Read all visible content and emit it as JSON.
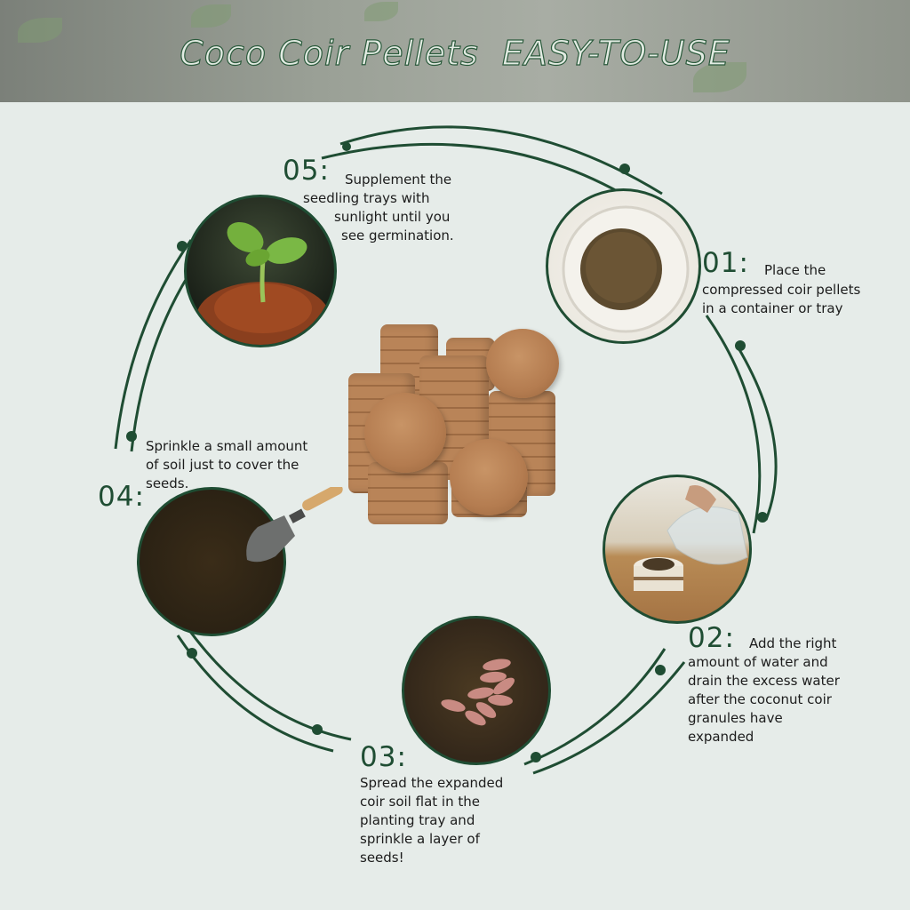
{
  "banner": {
    "title": "Coco Coir Pellets  EASY-TO-USE"
  },
  "steps": [
    {
      "num": "01:",
      "lines": [
        "Place the",
        "compressed coir pellets",
        "in a container or tray"
      ]
    },
    {
      "num": "02:",
      "lines": [
        "Add the right",
        "amount of water and",
        "drain the excess water",
        "after the coconut coir",
        "granules have",
        "expanded"
      ]
    },
    {
      "num": "03:",
      "lines": [
        "Spread the expanded",
        "coir soil flat in the",
        "planting tray and",
        "sprinkle a layer of",
        "seeds!"
      ]
    },
    {
      "num": "04:",
      "lines": [
        "Sprinkle a small amount",
        "of soil just to cover the",
        "seeds."
      ]
    },
    {
      "num": "05:",
      "lines": [
        "Supplement the",
        "seedling trays with",
        "sunlight until you",
        "see germination."
      ]
    }
  ],
  "colors": {
    "accent": "#1f4d33",
    "background": "#e6ece9",
    "coir": "#b47c50"
  }
}
